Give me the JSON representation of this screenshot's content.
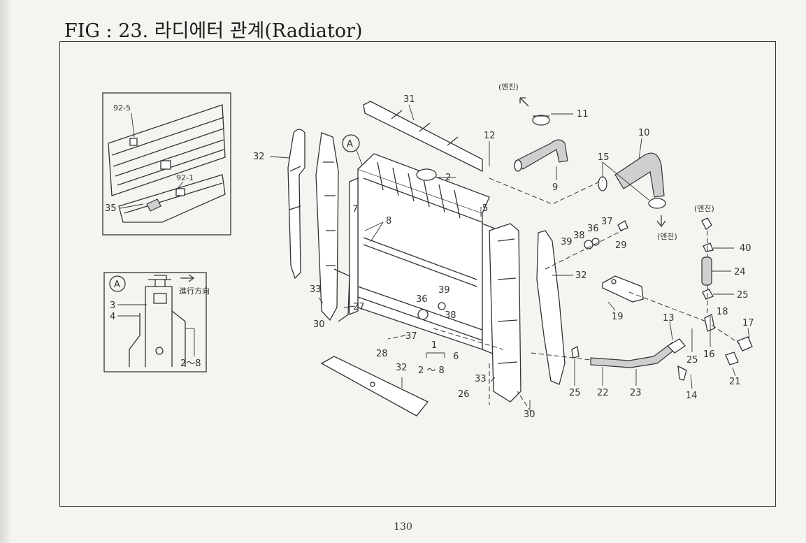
{
  "title": "FIG : 23. 라디에터 관계(Radiator)",
  "page_number": "130",
  "engine_label": "(엔진)",
  "direction_label": "進行方向",
  "callout_a": "A",
  "inset_labels": {
    "i925": "92-5",
    "i921": "92-1",
    "i35": "35",
    "i3": "3",
    "i4": "4",
    "i2to8": "2～8"
  },
  "part_labels": {
    "p31": "31",
    "p12": "12",
    "p11": "11",
    "p10": "10",
    "p9": "9",
    "p15": "15",
    "p2": "2",
    "p5": "5",
    "p7": "7",
    "p8": "8",
    "p32a": "32",
    "p32b": "32",
    "p32c": "32",
    "p33a": "33",
    "p33b": "33",
    "p30a": "30",
    "p30b": "30",
    "p27": "27",
    "p39a": "39",
    "p39b": "39",
    "p38a": "38",
    "p38b": "38",
    "p36a": "36",
    "p36b": "36",
    "p37a": "37",
    "p37b": "37",
    "p29": "29",
    "p19": "19",
    "p13": "13",
    "p40": "40",
    "p24": "24",
    "p25a": "25",
    "p25b": "25",
    "p25c": "25",
    "p18": "18",
    "p17": "17",
    "p16": "16",
    "p21": "21",
    "p14": "14",
    "p22": "22",
    "p23": "23",
    "p28": "28",
    "p1": "1",
    "p2to8": "2 ～ 8",
    "p6": "6",
    "p26": "26"
  }
}
